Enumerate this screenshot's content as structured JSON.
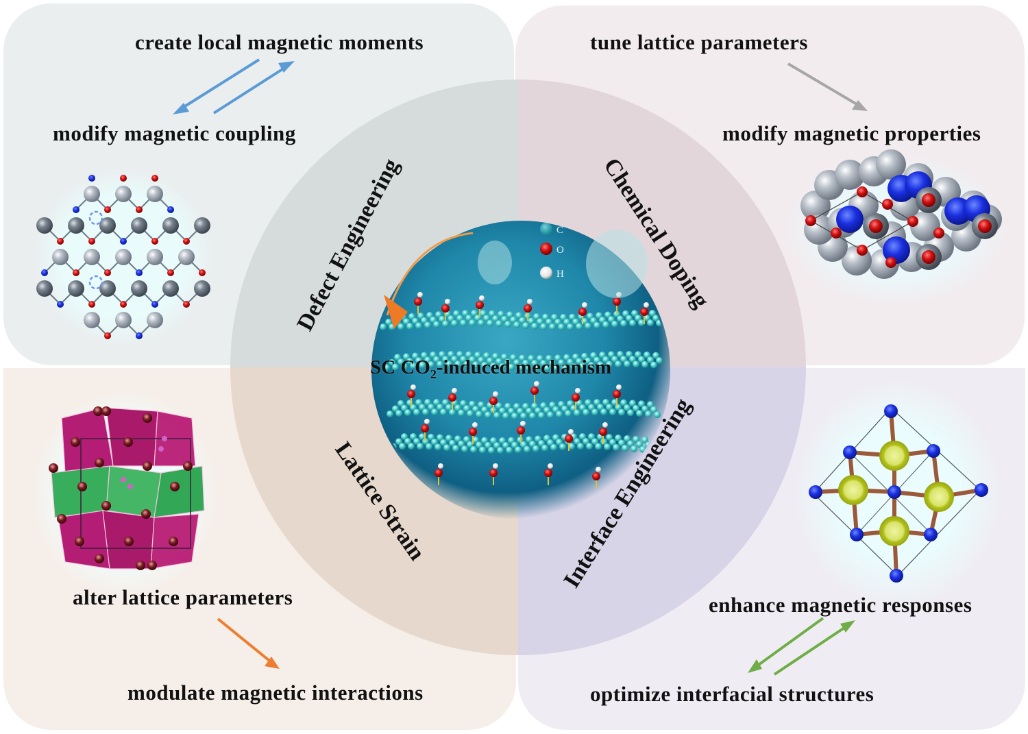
{
  "title": "SC CO2-induced mechanism for magnetic property modulation",
  "center": {
    "label_prefix": "SC CO",
    "label_sub": "2",
    "label_suffix": "-induced mechanism",
    "legend": [
      {
        "symbol": "C",
        "color": "#7fd0cf"
      },
      {
        "symbol": "O",
        "color": "#d01818"
      },
      {
        "symbol": "H",
        "color": "#f4f4f4"
      }
    ]
  },
  "ring": {
    "quadrants": [
      {
        "label": "Defect Engineering",
        "position": "top-left",
        "color": "#d6dcdb"
      },
      {
        "label": "Chemical Doping",
        "position": "top-right",
        "color": "#e2d6da"
      },
      {
        "label": "Lattice Strain",
        "position": "bottom-left",
        "color": "#e6d8cc"
      },
      {
        "label": "Interface Engineering",
        "position": "bottom-right",
        "color": "#d8d4e8"
      }
    ]
  },
  "panels": {
    "top_left": {
      "text_top": "create local magnetic moments",
      "text_bottom": "modify magnetic coupling",
      "arrow": "bidirectional",
      "arrow_color": "#5b9bd5",
      "figure": "defect lattice with vacancies",
      "background": "#eaeeef"
    },
    "top_right": {
      "text_top": "tune lattice parameters",
      "text_bottom": "modify magnetic properties",
      "arrow": "forward",
      "arrow_color": "#a6a6a6",
      "figure": "doped space-filling crystal",
      "background": "#f2ecef"
    },
    "bottom_left": {
      "text_top": "alter lattice parameters",
      "text_bottom": "modulate magnetic interactions",
      "arrow": "forward",
      "arrow_color": "#ed7d31",
      "figure": "octahedral framework",
      "background": "#f6efe9"
    },
    "bottom_right": {
      "text_top": "enhance magnetic responses",
      "text_bottom": "optimize interfacial structures",
      "arrow": "bidirectional",
      "arrow_color": "#70ad47",
      "figure": "interface unit cell",
      "background": "#efedf3"
    }
  }
}
